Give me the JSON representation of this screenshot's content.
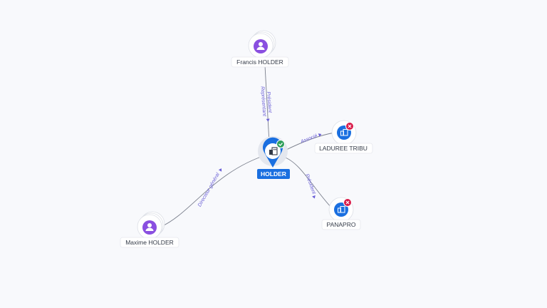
{
  "main_node": {
    "label": "HOLDER",
    "status": "active",
    "status_icon": "check-icon",
    "icon": "building-icon"
  },
  "people": [
    {
      "label": "Francis HOLDER",
      "icon": "person-icon",
      "relation": [
        "Président",
        "Représentant"
      ]
    },
    {
      "label": "Maxime HOLDER",
      "icon": "person-icon",
      "relation": [
        "Directeur général"
      ]
    }
  ],
  "companies": [
    {
      "label": "LADUREE TRIBU",
      "icon": "building-icon",
      "status": "closed",
      "status_icon": "close-icon",
      "relation": [
        "Associé"
      ]
    },
    {
      "label": "PANAPRO",
      "icon": "building-icon",
      "status": "closed",
      "status_icon": "close-icon",
      "relation": [
        "Président"
      ]
    }
  ],
  "colors": {
    "person": "#8a4fe0",
    "company": "#1a6fe0",
    "active": "#2e9e5b",
    "closed": "#d81b4a",
    "edge_label": "#6a5fd6"
  }
}
